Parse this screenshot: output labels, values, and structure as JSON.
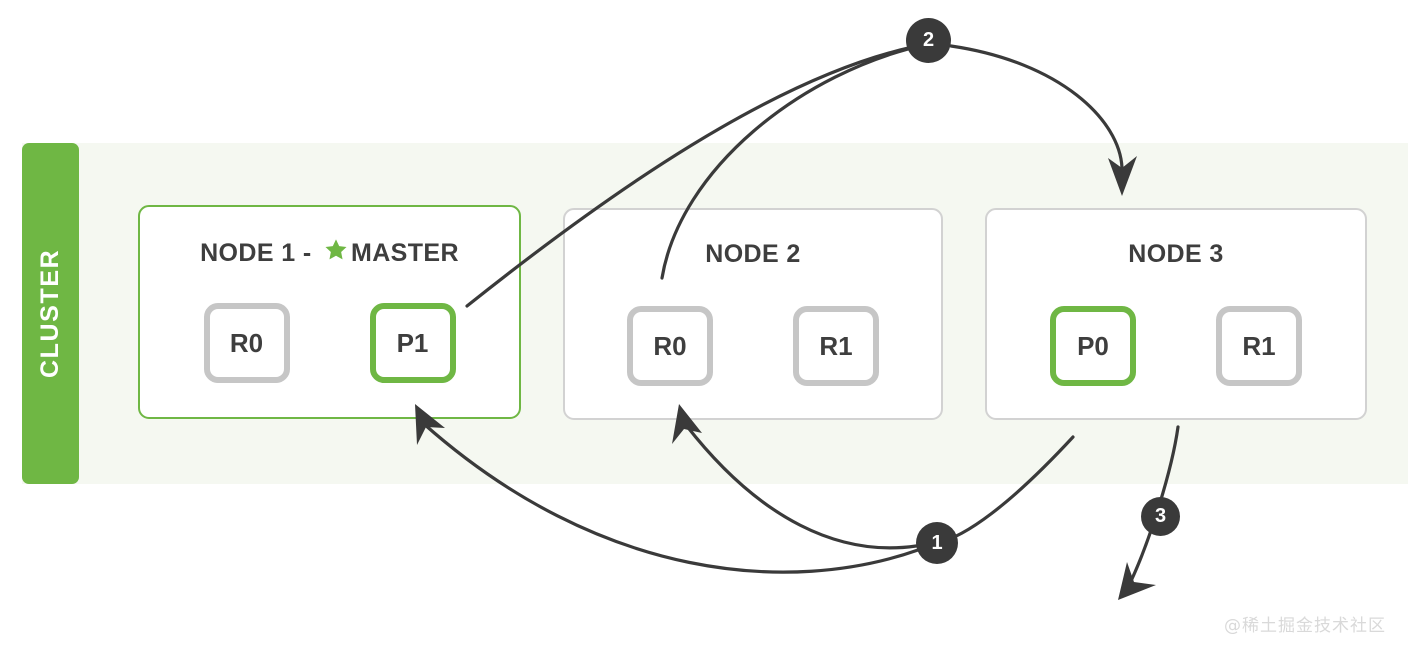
{
  "cluster": {
    "label": "CLUSTER",
    "accent_color": "#6fb744",
    "background_color": "#f5f8f1"
  },
  "nodes": [
    {
      "id": "node-1",
      "title": "NODE 1 - ",
      "title_suffix": "MASTER",
      "is_master": true,
      "star_icon": "star-icon",
      "shards": [
        {
          "label": "R0",
          "role": "replica"
        },
        {
          "label": "P1",
          "role": "primary"
        }
      ]
    },
    {
      "id": "node-2",
      "title": "NODE 2",
      "title_suffix": "",
      "is_master": false,
      "shards": [
        {
          "label": "R0",
          "role": "replica"
        },
        {
          "label": "R1",
          "role": "replica"
        }
      ]
    },
    {
      "id": "node-3",
      "title": "NODE 3",
      "title_suffix": "",
      "is_master": false,
      "shards": [
        {
          "label": "P0",
          "role": "primary"
        },
        {
          "label": "R1",
          "role": "replica"
        }
      ]
    }
  ],
  "steps": [
    {
      "number": "1"
    },
    {
      "number": "2"
    },
    {
      "number": "3"
    }
  ],
  "colors": {
    "primary_green": "#6fb744",
    "replica_grey": "#c6c6c6",
    "arrow_dark": "#3a3a3a",
    "text_dark": "#3e3e3e"
  },
  "watermark": {
    "text": "@稀土掘金技术社区"
  }
}
